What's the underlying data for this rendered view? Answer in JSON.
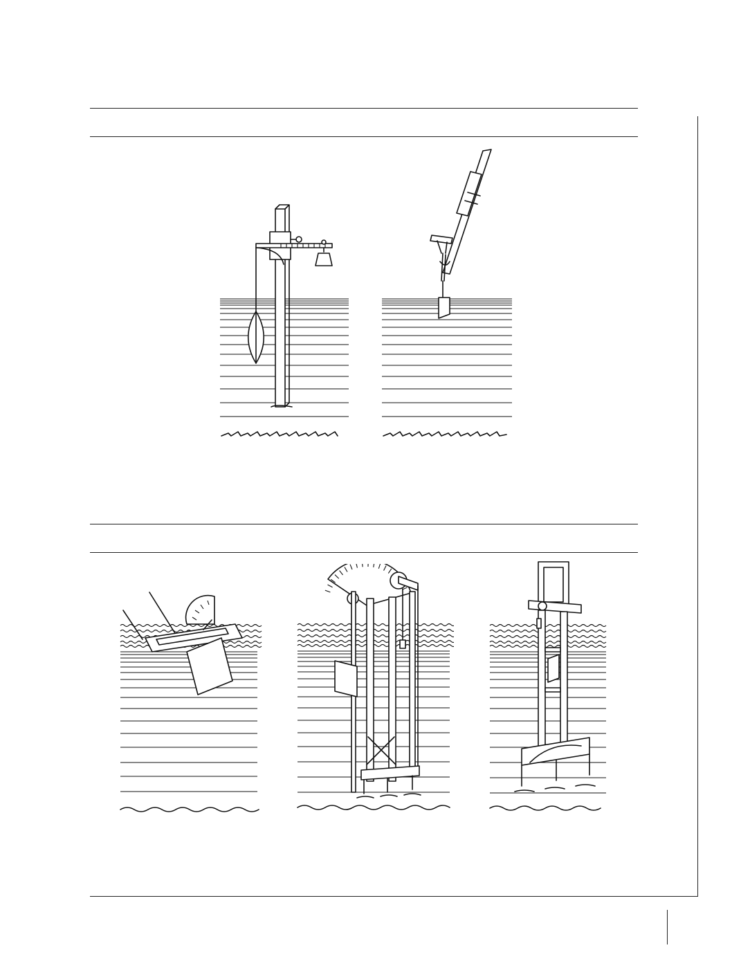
{
  "page": {
    "top_section": {
      "figures": [
        {
          "id": "current-meter-pole",
          "icon": "pole-current-meter-illustration"
        },
        {
          "id": "inclined-rod-gauge",
          "icon": "inclined-rod-gauge-illustration"
        }
      ]
    },
    "bottom_section": {
      "figures": [
        {
          "id": "floating-frame-vane",
          "icon": "floating-frame-vane-illustration"
        },
        {
          "id": "protractor-tower",
          "icon": "protractor-tower-illustration"
        },
        {
          "id": "frame-tower-gauge",
          "icon": "frame-tower-gauge-illustration"
        }
      ]
    }
  }
}
